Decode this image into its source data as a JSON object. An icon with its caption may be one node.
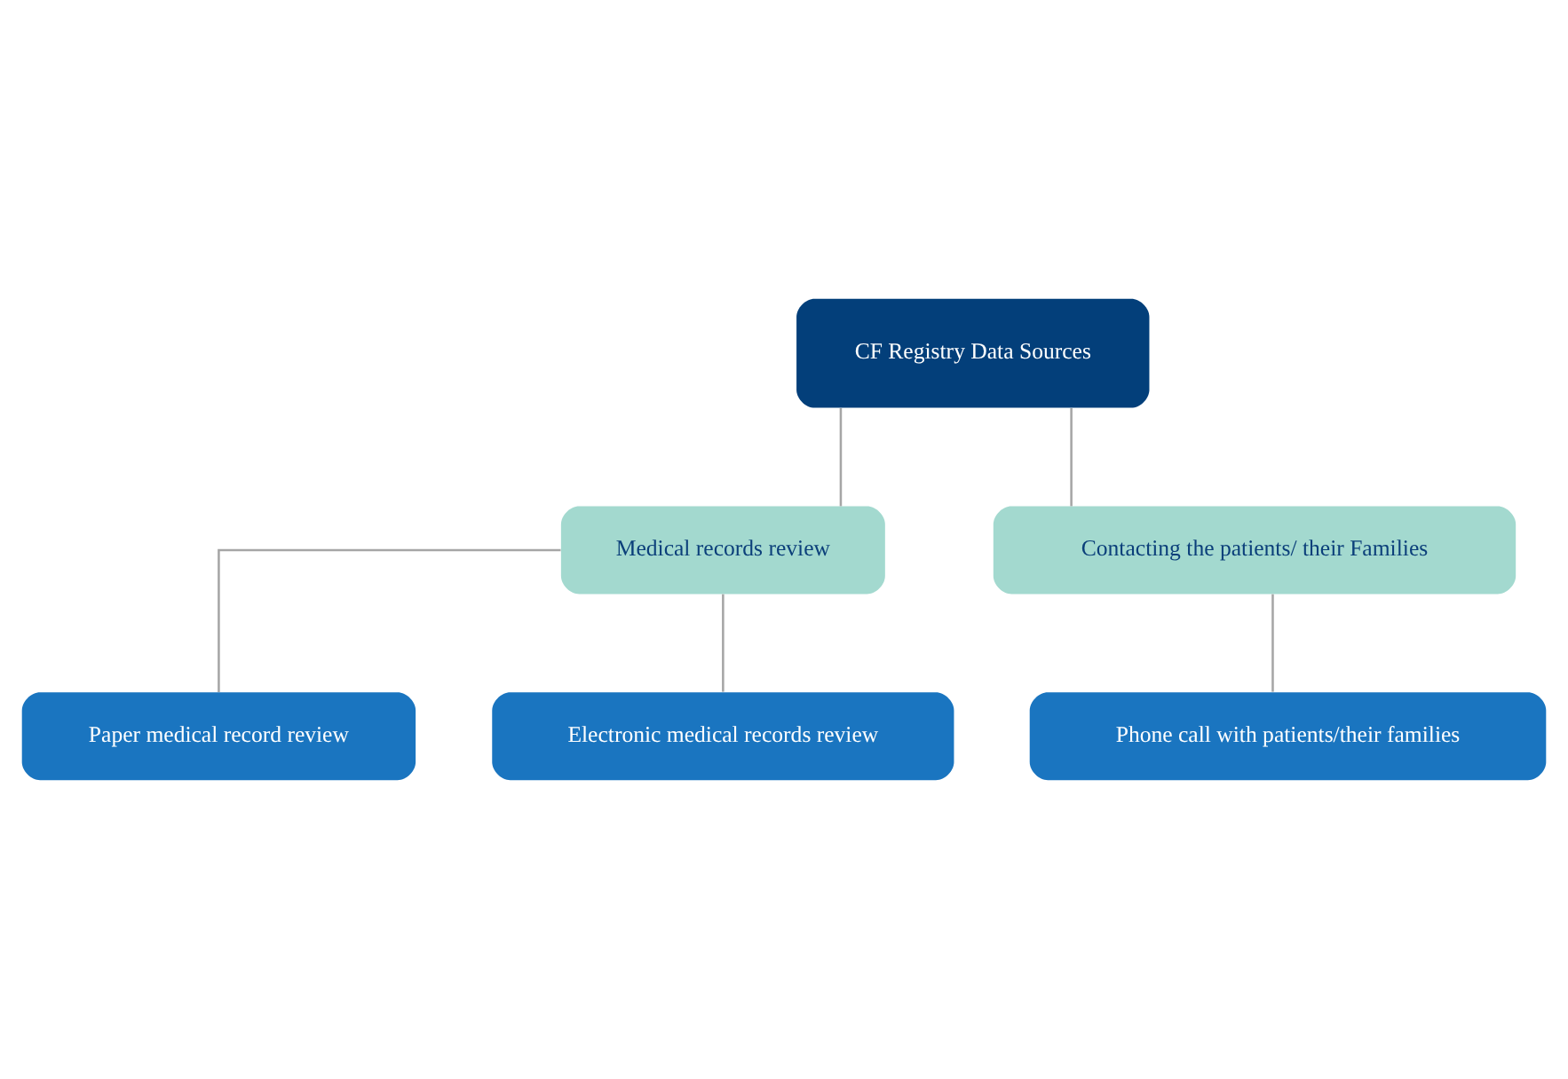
{
  "diagram": {
    "nodes": [
      {
        "text": [
          "CF Registry Data Sources"
        ]
      },
      {
        "text": [
          "Medical records review"
        ]
      },
      {
        "text": [
          "Contacting the patients/ their Families"
        ]
      },
      {
        "text": [
          "Paper medical record review"
        ]
      },
      {
        "text": [
          "Electronic medical records review"
        ]
      },
      {
        "text": [
          "Phone call with patients/their families"
        ]
      }
    ],
    "edges": [
      {
        "from": 0,
        "to": 1,
        "arrow": "none"
      },
      {
        "from": 0,
        "to": 2,
        "arrow": "none"
      },
      {
        "from": 1,
        "to": 3,
        "arrow": "none"
      },
      {
        "from": 1,
        "to": 4,
        "arrow": "none"
      },
      {
        "from": 2,
        "to": 5,
        "arrow": "none"
      }
    ]
  }
}
